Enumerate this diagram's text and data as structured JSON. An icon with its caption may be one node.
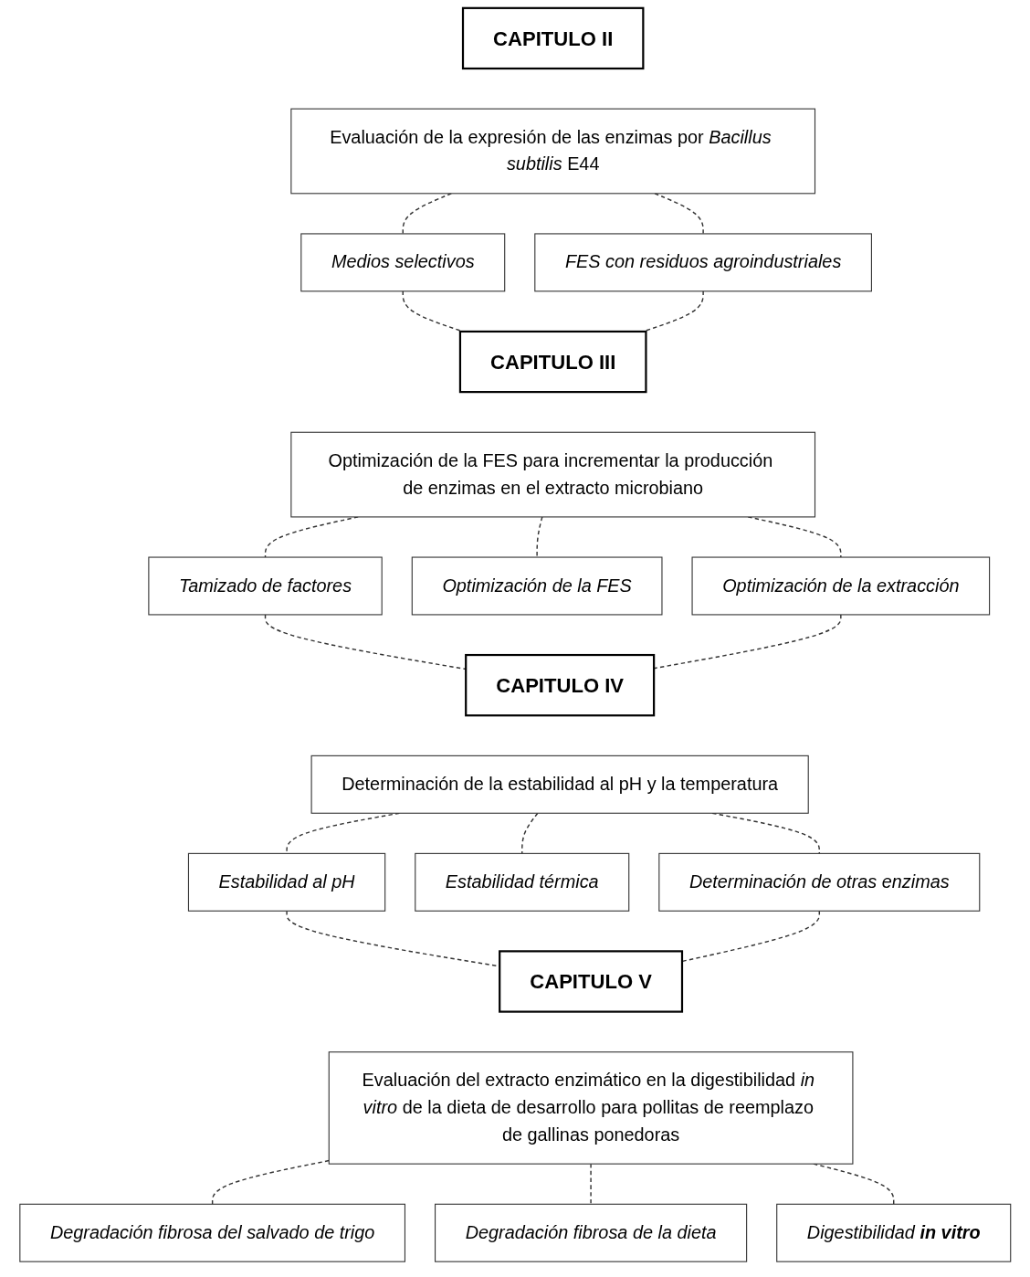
{
  "diagram": {
    "nodes": [
      {
        "text": [
          "CAPITULO II"
        ]
      },
      {
        "text": [
          "Evaluación de la expresión de las enzimas por *Bacillus subtilis* E44"
        ]
      },
      {
        "text": [
          "Medios selectivos"
        ]
      },
      {
        "text": [
          "FES con residuos agroindustriales"
        ]
      },
      {
        "text": [
          "CAPITULO III"
        ]
      },
      {
        "text": [
          "Optimización de la FES para incrementar la producción de enzimas en el extracto microbiano"
        ]
      },
      {
        "text": [
          "Tamizado de factores"
        ]
      },
      {
        "text": [
          "Optimización de la FES"
        ]
      },
      {
        "text": [
          "Optimización de la extracción"
        ]
      },
      {
        "text": [
          "CAPITULO IV"
        ]
      },
      {
        "text": [
          "Determinación de la estabilidad al pH y la temperatura"
        ]
      },
      {
        "text": [
          "Estabilidad al pH"
        ]
      },
      {
        "text": [
          "Estabilidad térmica"
        ]
      },
      {
        "text": [
          "Determinación de otras enzimas"
        ]
      },
      {
        "text": [
          "CAPITULO V"
        ]
      },
      {
        "text": [
          "Evaluación del extracto enzimático en la digestibilidad *in vitro* de la dieta de desarrollo para pollitas de reemplazo de gallinas ponedoras"
        ]
      },
      {
        "text": [
          "Degradación fibrosa del salvado de trigo"
        ]
      },
      {
        "text": [
          "Degradación fibrosa de la dieta"
        ]
      },
      {
        "text": [
          "Digestibilidad **in vitro**"
        ]
      }
    ],
    "edges": [
      {
        "from": 1,
        "to": 2,
        "arrow": "none",
        "style": "dashed"
      },
      {
        "from": 1,
        "to": 3,
        "arrow": "none",
        "style": "dashed"
      },
      {
        "from": 2,
        "to": 4,
        "arrow": "none",
        "style": "dashed"
      },
      {
        "from": 3,
        "to": 4,
        "arrow": "none",
        "style": "dashed"
      },
      {
        "from": 5,
        "to": 6,
        "arrow": "none",
        "style": "dashed"
      },
      {
        "from": 5,
        "to": 7,
        "arrow": "none",
        "style": "dashed"
      },
      {
        "from": 5,
        "to": 8,
        "arrow": "none",
        "style": "dashed"
      },
      {
        "from": 6,
        "to": 9,
        "arrow": "none",
        "style": "dashed"
      },
      {
        "from": 8,
        "to": 9,
        "arrow": "none",
        "style": "dashed"
      },
      {
        "from": 10,
        "to": 11,
        "arrow": "none",
        "style": "dashed"
      },
      {
        "from": 10,
        "to": 12,
        "arrow": "none",
        "style": "dashed"
      },
      {
        "from": 10,
        "to": 13,
        "arrow": "none",
        "style": "dashed"
      },
      {
        "from": 11,
        "to": 14,
        "arrow": "none",
        "style": "dashed"
      },
      {
        "from": 13,
        "to": 14,
        "arrow": "none",
        "style": "dashed"
      },
      {
        "from": 15,
        "to": 16,
        "arrow": "none",
        "style": "dashed"
      },
      {
        "from": 15,
        "to": 17,
        "arrow": "none",
        "style": "dashed"
      },
      {
        "from": 15,
        "to": 18,
        "arrow": "none",
        "style": "dashed"
      }
    ]
  }
}
